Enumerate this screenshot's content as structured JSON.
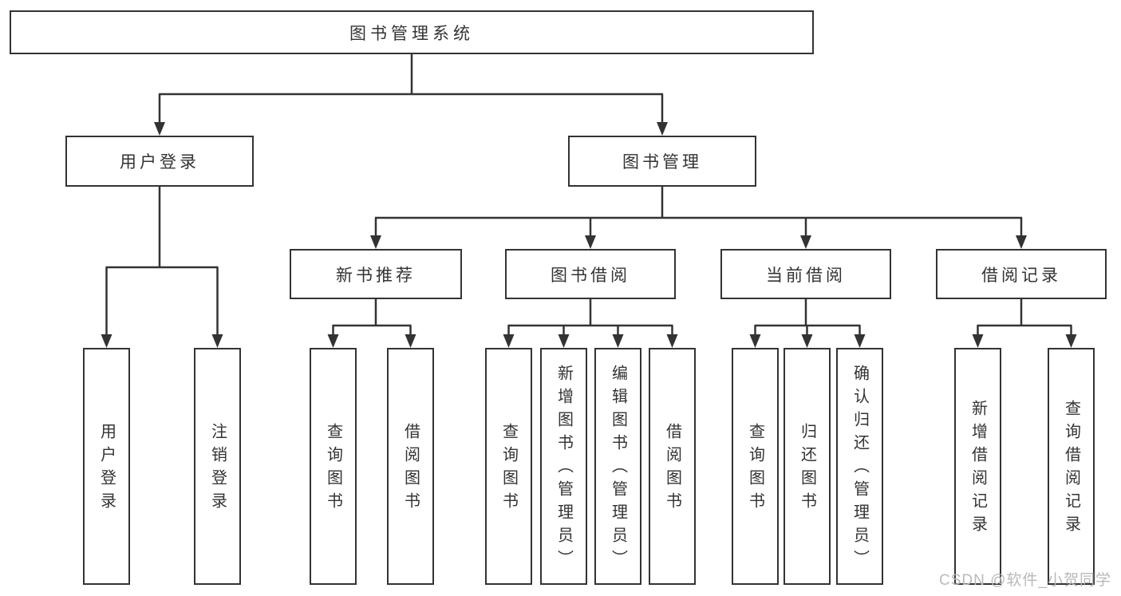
{
  "diagram": {
    "root": "图书管理系统",
    "user_login": {
      "label": "用户登录",
      "children": [
        "用户登录",
        "注销登录"
      ]
    },
    "book_mgmt": {
      "label": "图书管理",
      "groups": [
        {
          "label": "新书推荐",
          "children": [
            "查询图书",
            "借阅图书"
          ]
        },
        {
          "label": "图书借阅",
          "children": [
            "查询图书",
            "新增图书（管理员）",
            "编辑图书（管理员）",
            "借阅图书"
          ]
        },
        {
          "label": "当前借阅",
          "children": [
            "查询图书",
            "归还图书",
            "确认归还（管理员）"
          ]
        },
        {
          "label": "借阅记录",
          "children": [
            "新增借阅记录",
            "查询借阅记录"
          ]
        }
      ]
    }
  },
  "watermark": "CSDN @软件_小贺同学",
  "colors": {
    "line": "#333333",
    "text": "#333333",
    "watermark": "#b9b9b9",
    "background": "#ffffff"
  }
}
